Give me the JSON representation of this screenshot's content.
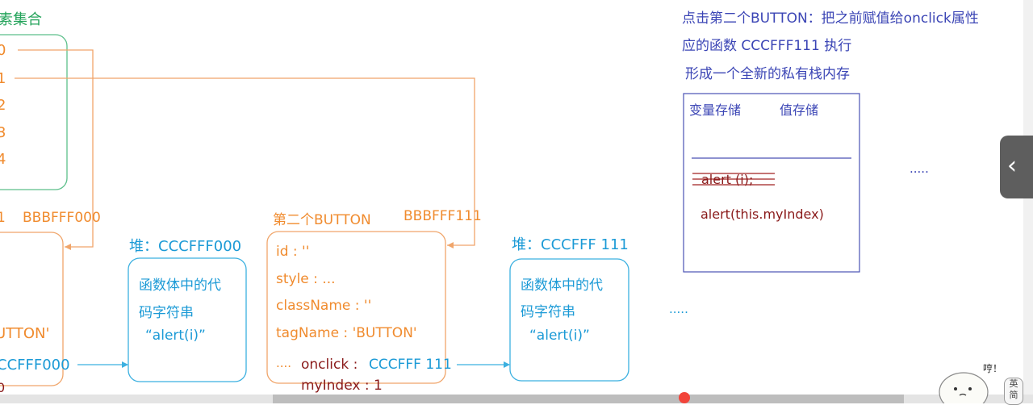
{
  "top_left": {
    "title": "素集合",
    "indices": [
      "0",
      "1",
      "2",
      "3",
      "4"
    ]
  },
  "left_obj": {
    "header_index": "1",
    "header_addr": "BBBFFF000",
    "tag_fragment": "UTTON'",
    "onclick_fragment": "CCFFF000",
    "bottom_fragment": "0"
  },
  "heap0": {
    "header": "堆：CCCFFF000",
    "line1": "函数体中的代",
    "line2": "码字符串",
    "line3": "“alert(i)”"
  },
  "button2": {
    "header_label": "第二个BUTTON",
    "header_addr": "BBBFFF111",
    "props": [
      "id : ''",
      "style : ...",
      "className : ''",
      "tagName : 'BUTTON'"
    ],
    "ellipsis": "....",
    "onclick_key": "onclick : ",
    "onclick_val": "CCCFFF 111",
    "myindex": "myIndex : 1"
  },
  "heap1": {
    "header": "堆：CCCFFF 111",
    "line1": "函数体中的代",
    "line2": "码字符串",
    "line3": "“alert(i)”"
  },
  "mid_dots": ".....",
  "notes": [
    "点击第二个BUTTON：把之前赋值给onclick属性",
    "应的函数 CCCFFF111 执行",
    "形成一个全新的私有栈内存"
  ],
  "stack": {
    "var_col": "变量存储",
    "val_col": "值存储",
    "struck": "alert (i);",
    "code": "alert(this.myIndex)"
  },
  "right_dots": ".....",
  "mascot_text": "哼！",
  "ime_chars": [
    "英",
    "简"
  ],
  "side_arrow": "‹"
}
